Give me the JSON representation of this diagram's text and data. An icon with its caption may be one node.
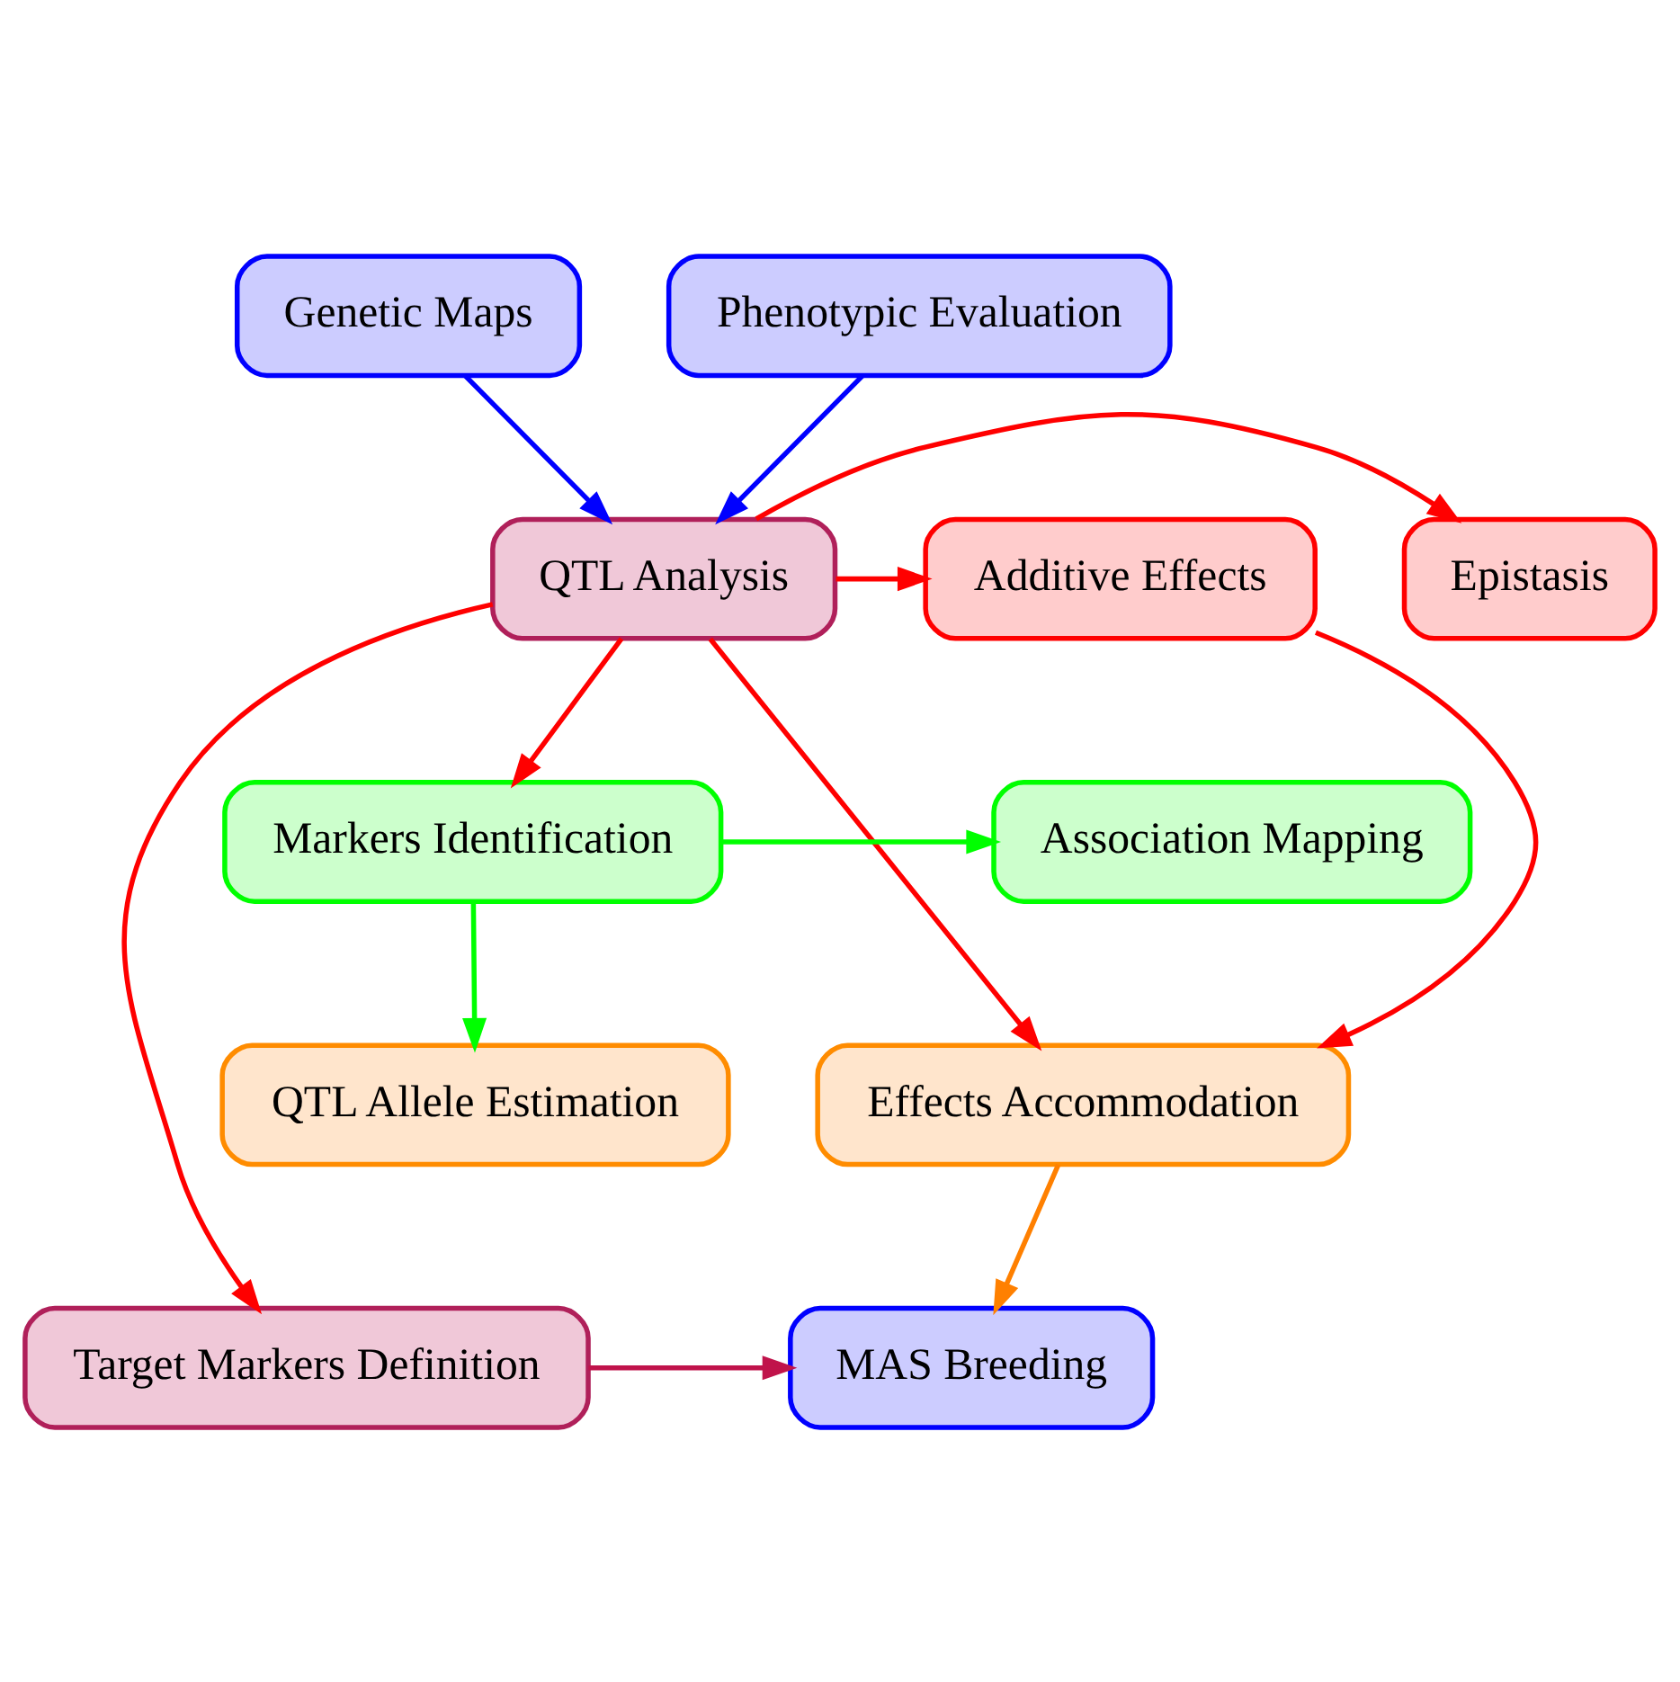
{
  "diagram": {
    "nodes": [
      {
        "text": [
          "Genetic Maps"
        ]
      },
      {
        "text": [
          "Phenotypic Evaluation"
        ]
      },
      {
        "text": [
          "QTL Analysis"
        ]
      },
      {
        "text": [
          "Additive Effects"
        ]
      },
      {
        "text": [
          "Epistasis"
        ]
      },
      {
        "text": [
          "Markers Identification"
        ]
      },
      {
        "text": [
          "Association Mapping"
        ]
      },
      {
        "text": [
          "QTL Allele Estimation"
        ]
      },
      {
        "text": [
          "Effects Accommodation"
        ]
      },
      {
        "text": [
          "Target Markers Definition"
        ]
      },
      {
        "text": [
          "MAS Breeding"
        ]
      }
    ],
    "edges": [
      {
        "from": 0,
        "to": 2,
        "arrow": "to",
        "color": "#0000ff"
      },
      {
        "from": 1,
        "to": 2,
        "arrow": "to",
        "color": "#0000ff"
      },
      {
        "from": 2,
        "to": 3,
        "arrow": "to"
      },
      {
        "from": 2,
        "to": 4,
        "arrow": "to"
      },
      {
        "from": 2,
        "to": 5,
        "arrow": "to"
      },
      {
        "from": 2,
        "to": 9,
        "arrow": "to"
      },
      {
        "from": 2,
        "to": 8,
        "arrow": "to"
      },
      {
        "from": 3,
        "to": 8,
        "arrow": "to"
      },
      {
        "from": 5,
        "to": 6,
        "arrow": "to",
        "color": "#00ff00"
      },
      {
        "from": 5,
        "to": 7,
        "arrow": "to",
        "color": "#00ff00"
      },
      {
        "from": 8,
        "to": 10,
        "arrow": "to",
        "color": "#ff8000"
      },
      {
        "from": 9,
        "to": 10,
        "arrow": "to",
        "color": "#c0134b"
      }
    ]
  }
}
